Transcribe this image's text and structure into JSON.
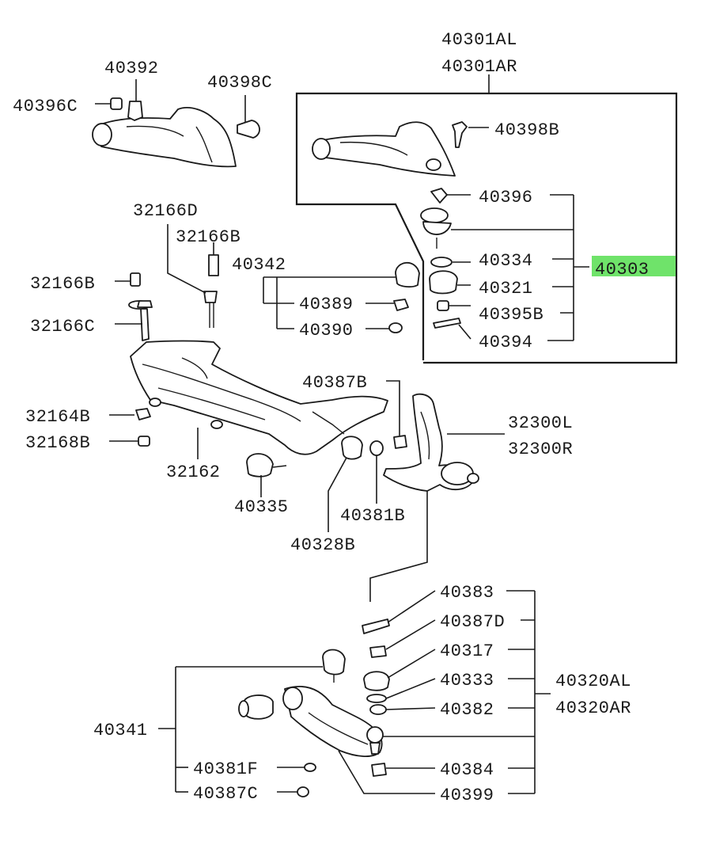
{
  "parts": {
    "p40301AL": "40301AL",
    "p40301AR": "40301AR",
    "p40392": "40392",
    "p40398C": "40398C",
    "p40396C": "40396C",
    "p40398B": "40398B",
    "p40396": "40396",
    "p40303": "40303",
    "p40334": "40334",
    "p40321": "40321",
    "p40395B": "40395B",
    "p40394": "40394",
    "p32166D": "32166D",
    "p32166B_a": "32166B",
    "p32166B_b": "32166B",
    "p32166C": "32166C",
    "p40342": "40342",
    "p40389": "40389",
    "p40390": "40390",
    "p40387B": "40387B",
    "p32300L": "32300L",
    "p32300R": "32300R",
    "p32164B": "32164B",
    "p32168B": "32168B",
    "p32162": "32162",
    "p40335": "40335",
    "p40381B": "40381B",
    "p40328B": "40328B",
    "p40383": "40383",
    "p40387D": "40387D",
    "p40317": "40317",
    "p40333": "40333",
    "p40382": "40382",
    "p40320AL": "40320AL",
    "p40320AR": "40320AR",
    "p40341": "40341",
    "p40381F": "40381F",
    "p40384": "40384",
    "p40387C": "40387C",
    "p40399": "40399"
  },
  "highlight_color": "#6fe36a"
}
